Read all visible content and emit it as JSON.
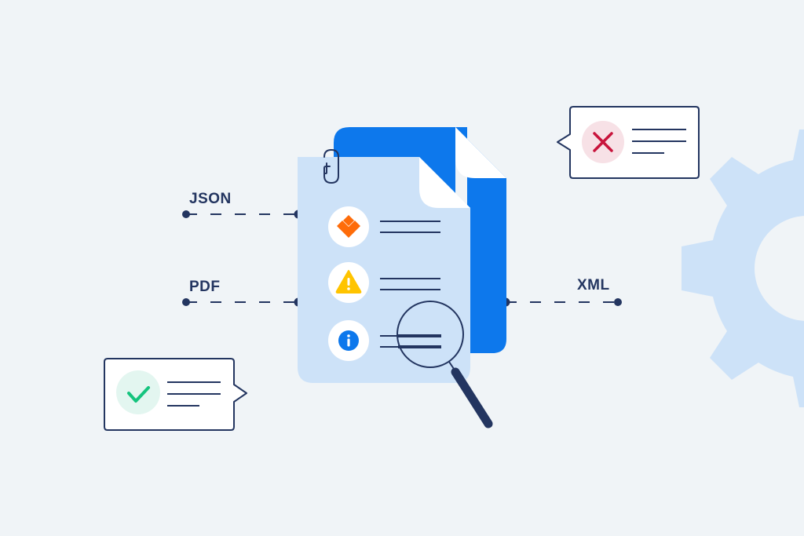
{
  "illustration": {
    "title": "Document data extraction / validation",
    "colors": {
      "background": "#f0f4f7",
      "navy": "#233560",
      "brand_blue": "#0d78ec",
      "light_blue": "#cde2f8",
      "white": "#ffffff",
      "orange": "#fe6c0a",
      "warning_yellow": "#ffc400",
      "info_blue": "#0d78ec",
      "error_red": "#c8143c",
      "error_bg": "#f7e1e6",
      "success_green": "#15c47e",
      "success_bg": "#e3f6f0",
      "gear": "#cde2f8"
    },
    "formats": {
      "json": "JSON",
      "pdf": "PDF",
      "xml": "XML"
    },
    "document_items": [
      {
        "icon": "logo-icon",
        "lines": 2
      },
      {
        "icon": "warning-icon",
        "lines": 2
      },
      {
        "icon": "info-icon",
        "lines": 2
      }
    ],
    "callouts": {
      "error": {
        "icon": "x-icon",
        "lines": 3
      },
      "success": {
        "icon": "check-icon",
        "lines": 3
      }
    }
  }
}
